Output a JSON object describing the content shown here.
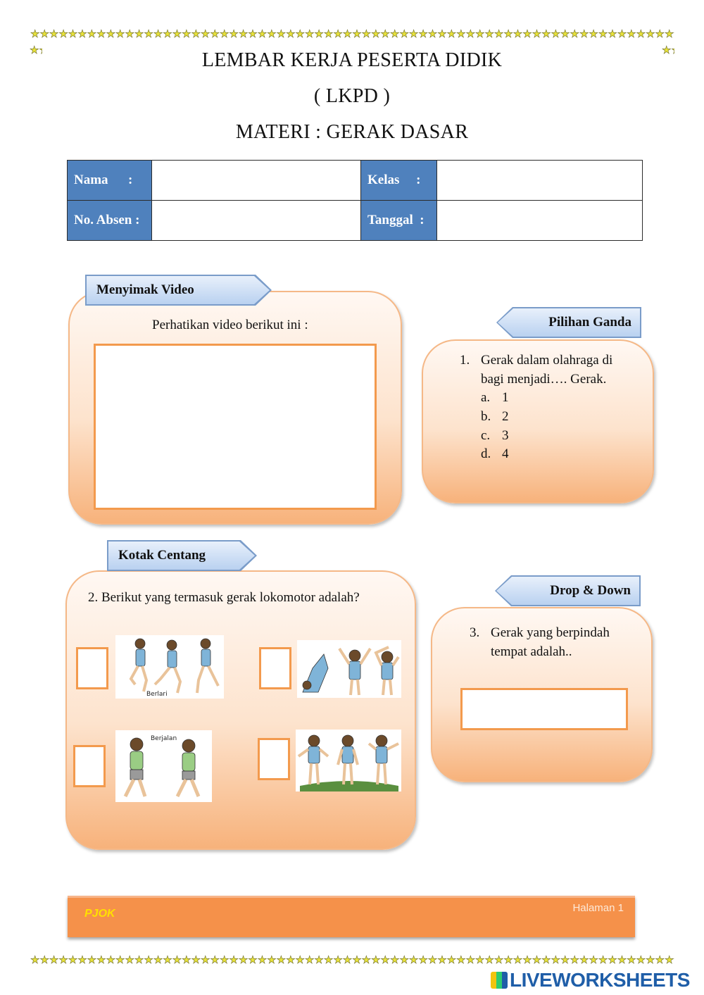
{
  "header": {
    "line1": "LEMBAR KERJA PESERTA DIDIK",
    "line2": "( LKPD )",
    "line3": "MATERI : GERAK DASAR"
  },
  "identity_table": {
    "nama_label": "Nama      :",
    "kelas_label": "Kelas     :",
    "absen_label": "No. Absen :",
    "tanggal_label": "Tanggal  :",
    "nama_value": "",
    "kelas_value": "",
    "absen_value": "",
    "tanggal_value": ""
  },
  "video_section": {
    "tag": "Menyimak Video",
    "instruction": "Perhatikan video berikut ini :"
  },
  "multiple_choice": {
    "tag": "Pilihan Ganda",
    "number": "1.",
    "question_line1": "Gerak dalam olahraga di",
    "question_line2": "bagi menjadi…. Gerak.",
    "options": [
      {
        "letter": "a.",
        "text": "1"
      },
      {
        "letter": "b.",
        "text": "2"
      },
      {
        "letter": "c.",
        "text": "3"
      },
      {
        "letter": "d.",
        "text": "4"
      }
    ]
  },
  "checkbox_section": {
    "tag": "Kotak Centang",
    "question": "2. Berikut yang termasuk gerak lokomotor adalah?",
    "image_captions": {
      "running": "Berlari",
      "walking": "Berjalan"
    }
  },
  "dropdown_section": {
    "tag": "Drop & Down",
    "number": "3.",
    "question_line1": "Gerak yang berpindah",
    "question_line2": "tempat adalah..",
    "answer_value": ""
  },
  "footer": {
    "subject": "PJOK",
    "page": "Halaman 1"
  },
  "watermark": "LIVEWORKSHEETS",
  "colors": {
    "star": "#e8e23a",
    "table_header": "#4f81bd",
    "box_orange": "#f7b27b",
    "box_border": "#f39a4d",
    "tag_blue": "#b9d1f0",
    "footer_orange": "#f5914a",
    "footer_subject": "#ffe000"
  }
}
